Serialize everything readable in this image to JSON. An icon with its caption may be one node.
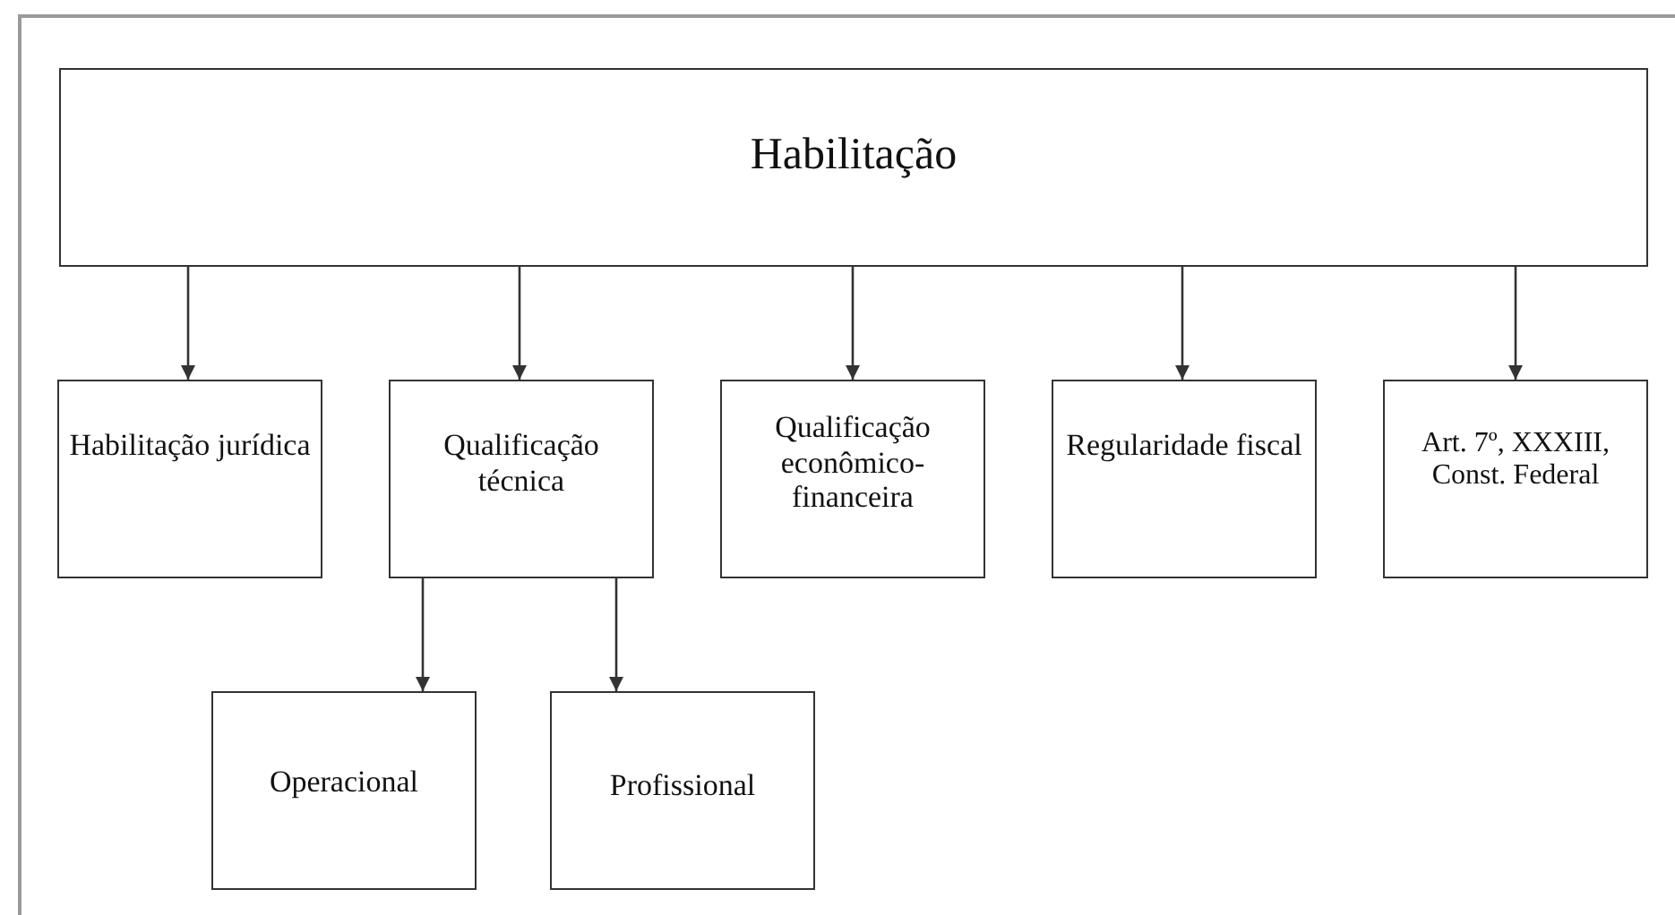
{
  "diagram": {
    "nodes": [
      {
        "text": [
          "Habilitação"
        ]
      },
      {
        "text": [
          "Habilitação jurídica"
        ]
      },
      {
        "text": [
          "Qualificação técnica"
        ]
      },
      {
        "text": [
          "Qualificação econômico-financeira"
        ]
      },
      {
        "text": [
          "Regularidade fiscal"
        ]
      },
      {
        "text": [
          "Art. 7º, XXXIII, Const. Federal"
        ]
      },
      {
        "text": [
          "Operacional"
        ]
      },
      {
        "text": [
          "Profissional"
        ]
      }
    ],
    "edges": [
      {
        "from": 0,
        "to": 1,
        "arrow": "to"
      },
      {
        "from": 0,
        "to": 2,
        "arrow": "to"
      },
      {
        "from": 0,
        "to": 3,
        "arrow": "to"
      },
      {
        "from": 0,
        "to": 4,
        "arrow": "to"
      },
      {
        "from": 0,
        "to": 5,
        "arrow": "to"
      },
      {
        "from": 2,
        "to": 6,
        "arrow": "to"
      },
      {
        "from": 2,
        "to": 7,
        "arrow": "to"
      }
    ]
  }
}
